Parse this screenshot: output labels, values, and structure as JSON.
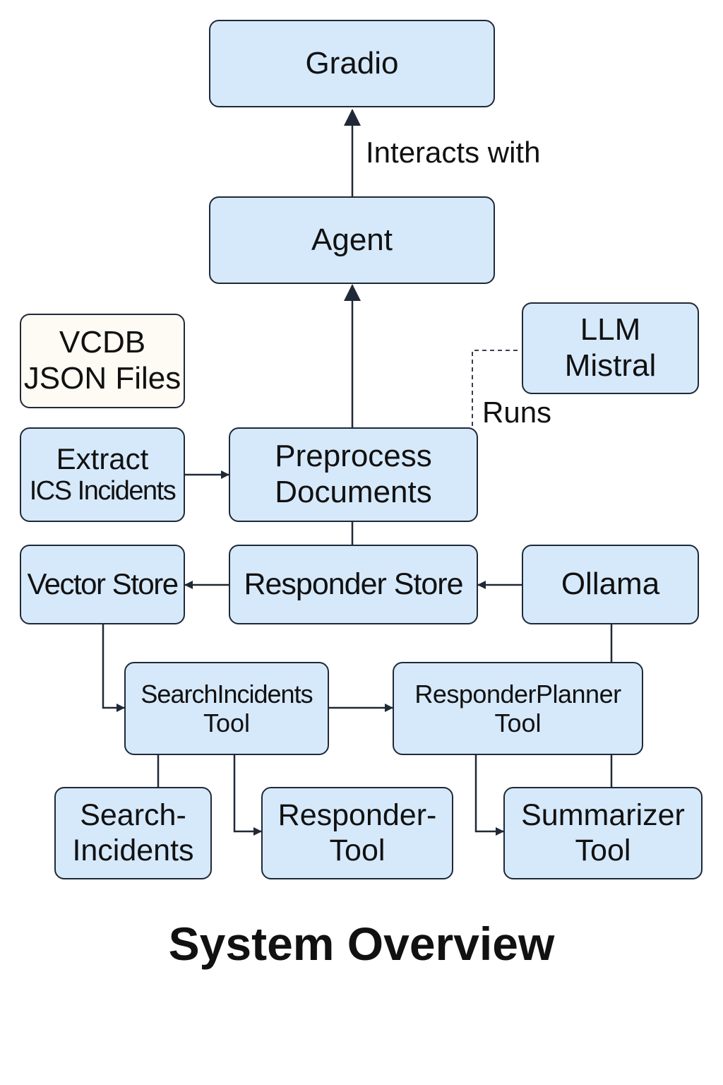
{
  "title": "System Overview",
  "nodes": {
    "gradio": [
      "Gradio"
    ],
    "agent": [
      "Agent"
    ],
    "vcdb": [
      "VCDB",
      "JSON Files"
    ],
    "llm": [
      "LLM",
      "Mistral"
    ],
    "extract": [
      "Extract",
      "ICS Incidents"
    ],
    "preprocess": [
      "Preprocess",
      "Documents"
    ],
    "vector_store": [
      "Vector Store"
    ],
    "responder_store": [
      "Responder Store"
    ],
    "ollama": [
      "Ollama"
    ],
    "search_incidents_tool": [
      "SearchIncidents",
      "Tool"
    ],
    "responder_planner_tool": [
      "ResponderPlanner",
      "Tool"
    ],
    "search_incidents": [
      "Search-",
      "Incidents"
    ],
    "responder_tool": [
      "Responder-",
      "Tool"
    ],
    "summarizer_tool": [
      "Summarizer",
      "Tool"
    ]
  },
  "edge_labels": {
    "interacts_with": "Interacts with",
    "runs": "Runs"
  },
  "colors": {
    "node_fill": "#d6e9fb",
    "data_node_fill": "#fdfbf3",
    "stroke": "#1f2937"
  }
}
